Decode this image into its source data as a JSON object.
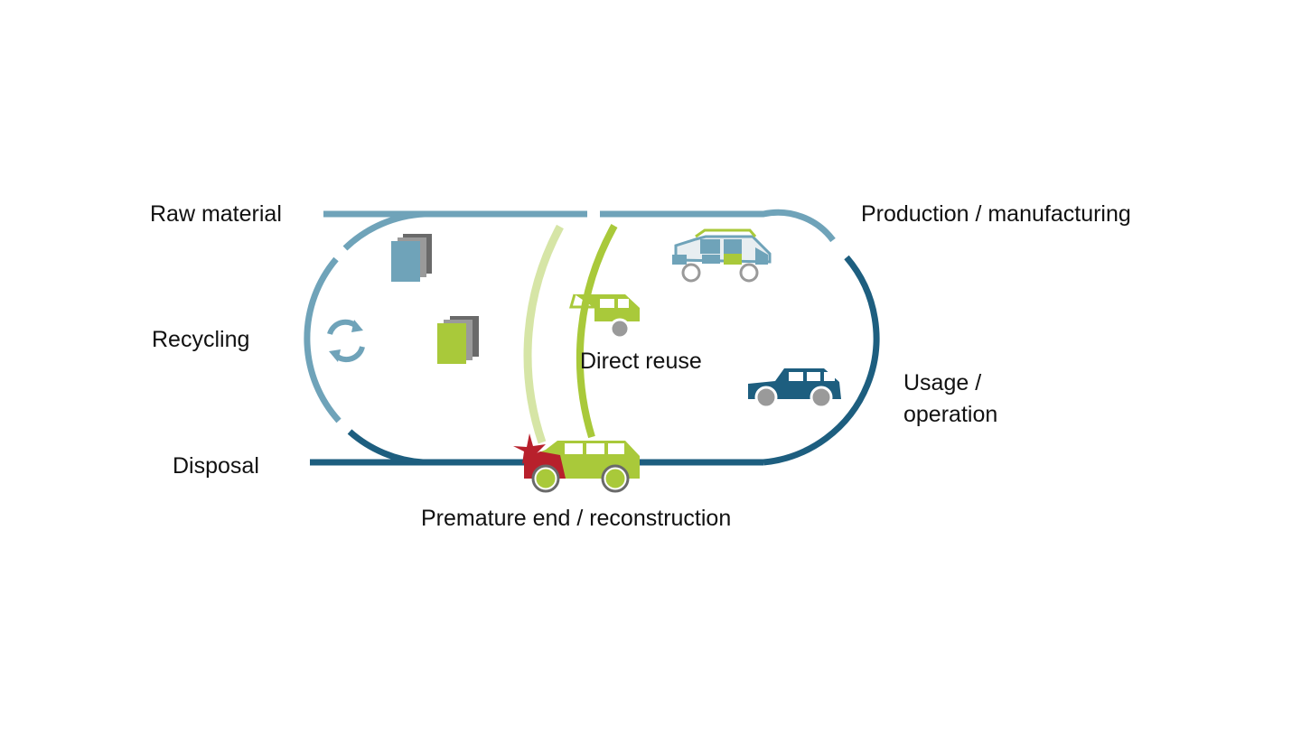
{
  "labels": {
    "raw_material": "Raw material",
    "production": "Production / manufacturing",
    "recycling": "Recycling",
    "direct_reuse": "Direct reuse",
    "usage_line1": "Usage /",
    "usage_line2": "operation",
    "disposal": "Disposal",
    "premature_end": "Premature end / reconstruction"
  },
  "colors": {
    "light_blue": "#6fa3b9",
    "dark_blue": "#1d5e7f",
    "lime_green": "#a9c93a",
    "pale_green": "#d6e5a6",
    "gray": "#9a9a9a",
    "dark_gray": "#6a6a6a",
    "red": "#b8202c"
  },
  "icons": [
    "recycle-icon",
    "material-stack-blue-icon",
    "material-stack-green-icon",
    "car-body-frame-icon",
    "partial-car-body-icon",
    "car-icon",
    "damaged-car-icon"
  ]
}
